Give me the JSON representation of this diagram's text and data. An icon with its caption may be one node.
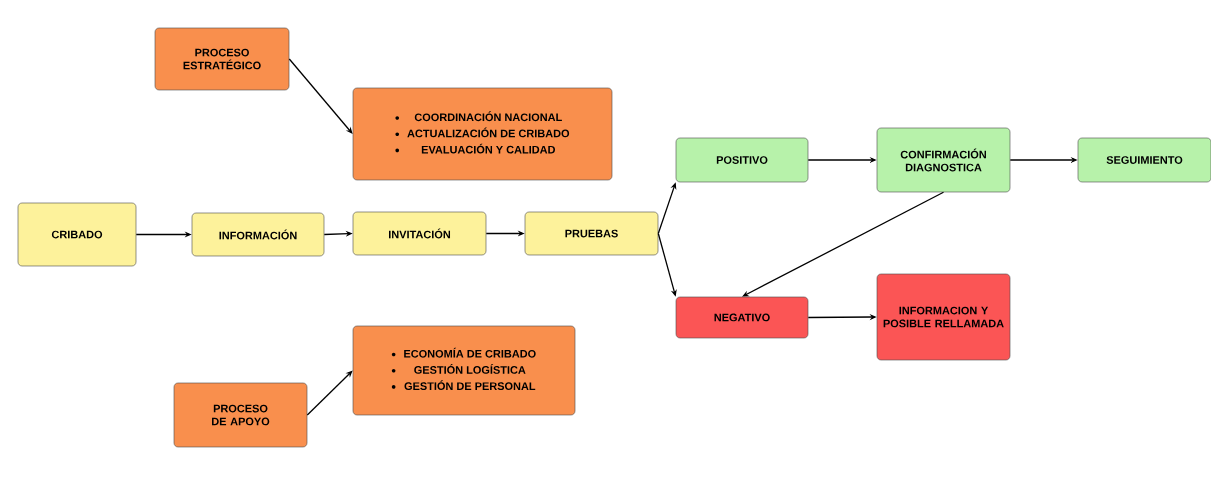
{
  "diagram": {
    "nodes": [
      {
        "text": [
          "PROCESO ESTRATÉGICO"
        ]
      },
      {
        "text": [
          "COORDINACIÓN NACIONAL",
          "ACTUALIZACIÓN DE CRIBADO",
          "EVALUACIÓN Y CALIDAD"
        ]
      },
      {
        "text": [
          "CRIBADO"
        ]
      },
      {
        "text": [
          "INFORMACIÓN"
        ]
      },
      {
        "text": [
          "INVITACIÓN"
        ]
      },
      {
        "text": [
          "PRUEBAS"
        ]
      },
      {
        "text": [
          "POSITIVO"
        ]
      },
      {
        "text": [
          "CONFIRMACIÓN DIAGNOSTICA"
        ]
      },
      {
        "text": [
          "SEGUIMIENTO"
        ]
      },
      {
        "text": [
          "NEGATIVO"
        ]
      },
      {
        "text": [
          "INFORMACION Y POSIBLE RELLAMADA"
        ]
      },
      {
        "text": [
          "ECONOMÍA DE CRIBADO",
          "GESTIÓN LOGÍSTICA",
          "GESTIÓN DE PERSONAL"
        ]
      },
      {
        "text": [
          "PROCESO DE APOYO"
        ]
      }
    ],
    "edges": [
      {
        "from": 0,
        "to": 1,
        "arrow": "to"
      },
      {
        "from": 2,
        "to": 3,
        "arrow": "to"
      },
      {
        "from": 3,
        "to": 4,
        "arrow": "to"
      },
      {
        "from": 4,
        "to": 5,
        "arrow": "to"
      },
      {
        "from": 5,
        "to": 6,
        "arrow": "to"
      },
      {
        "from": 5,
        "to": 9,
        "arrow": "to"
      },
      {
        "from": 6,
        "to": 7,
        "arrow": "to"
      },
      {
        "from": 7,
        "to": 8,
        "arrow": "to"
      },
      {
        "from": 7,
        "to": 9,
        "arrow": "to"
      },
      {
        "from": 9,
        "to": 10,
        "arrow": "to"
      },
      {
        "from": 12,
        "to": 11,
        "arrow": "to"
      }
    ]
  }
}
